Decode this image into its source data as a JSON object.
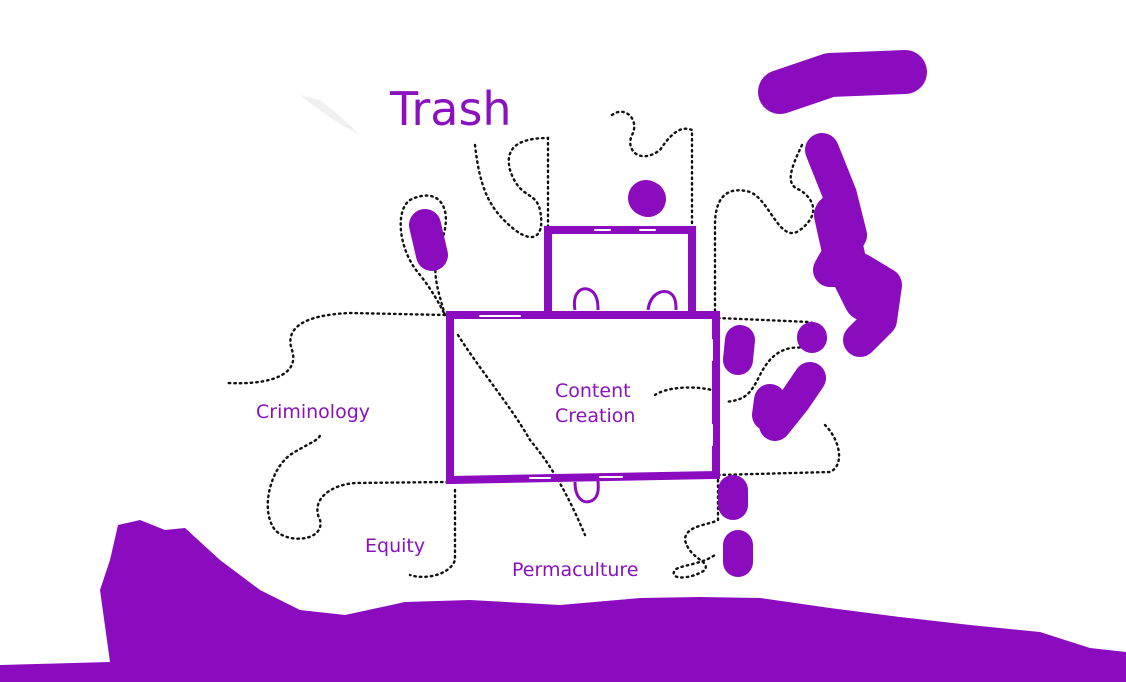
{
  "labels": {
    "title": "Trash",
    "criminology": "Criminology",
    "content_creation_line1": "Content",
    "content_creation_line2": "Creation",
    "equity": "Equity",
    "permaculture": "Permaculture"
  },
  "colors": {
    "accent": "#8b0cbf",
    "dotted_line": "#111111",
    "background": "#ffffff"
  }
}
